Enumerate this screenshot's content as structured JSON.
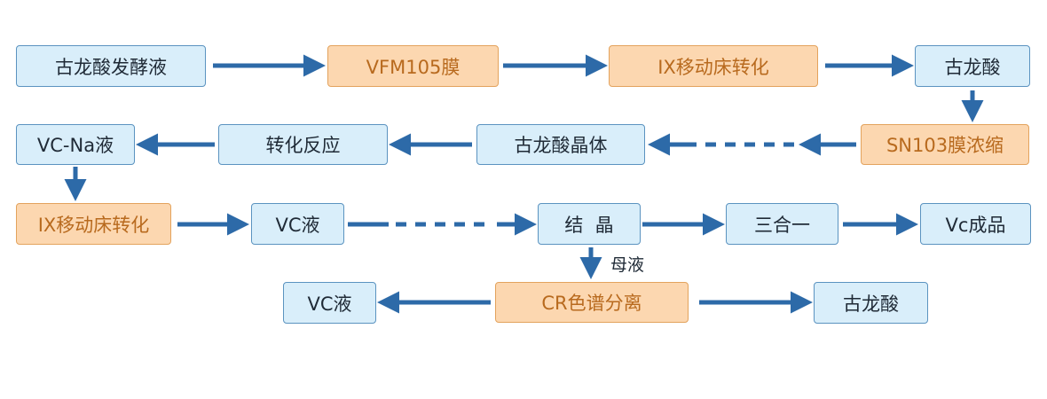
{
  "diagram": {
    "nodes": {
      "n1": {
        "label": "古龙酸发酵液"
      },
      "n2": {
        "label": "VFM105膜"
      },
      "n3": {
        "label": "IX移动床转化"
      },
      "n4": {
        "label": "古龙酸"
      },
      "n5": {
        "label": "SN103膜浓缩"
      },
      "n6": {
        "label": "古龙酸晶体"
      },
      "n7": {
        "label": "转化反应"
      },
      "n8": {
        "label": "VC-Na液"
      },
      "n9": {
        "label": "IX移动床转化"
      },
      "n10": {
        "label": "VC液"
      },
      "n11": {
        "label": "结  晶"
      },
      "n12": {
        "label": "三合一"
      },
      "n13": {
        "label": "Vc成品"
      },
      "n14": {
        "label": "CR色谱分离"
      },
      "n15": {
        "label": "VC液"
      },
      "n16": {
        "label": "古龙酸"
      }
    },
    "edge_labels": {
      "mother_liquor": "母液"
    },
    "edges": [
      {
        "from": "n1",
        "to": "n2",
        "style": "solid"
      },
      {
        "from": "n2",
        "to": "n3",
        "style": "solid"
      },
      {
        "from": "n3",
        "to": "n4",
        "style": "solid"
      },
      {
        "from": "n4",
        "to": "n5",
        "style": "solid"
      },
      {
        "from": "n5",
        "to": "n6",
        "style": "dashed"
      },
      {
        "from": "n6",
        "to": "n7",
        "style": "solid"
      },
      {
        "from": "n7",
        "to": "n8",
        "style": "solid"
      },
      {
        "from": "n8",
        "to": "n9",
        "style": "solid"
      },
      {
        "from": "n9",
        "to": "n10",
        "style": "solid"
      },
      {
        "from": "n10",
        "to": "n11",
        "style": "dashed"
      },
      {
        "from": "n11",
        "to": "n12",
        "style": "solid"
      },
      {
        "from": "n12",
        "to": "n13",
        "style": "solid"
      },
      {
        "from": "n11",
        "to": "n14",
        "style": "solid",
        "label": "mother_liquor"
      },
      {
        "from": "n14",
        "to": "n15",
        "style": "solid"
      },
      {
        "from": "n14",
        "to": "n16",
        "style": "solid"
      }
    ],
    "colors": {
      "arrow": "#2d6aa8",
      "blue_fill": "#d9eefa",
      "blue_border": "#5b93c0",
      "orange_fill": "#fcd7b0",
      "orange_border": "#e3a35d",
      "orange_text": "#b86a1e"
    }
  }
}
